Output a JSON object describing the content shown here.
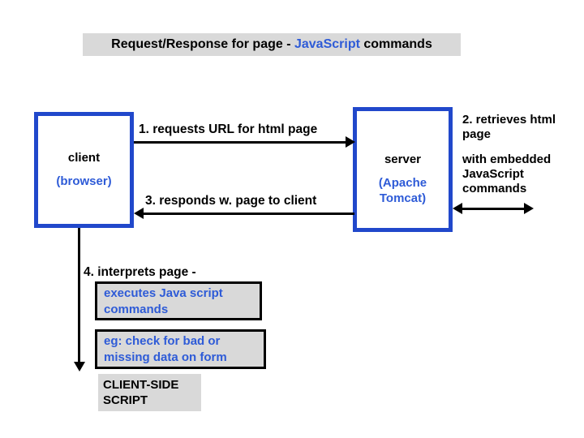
{
  "colors": {
    "box_border_blue": "#2148cb",
    "text_blue": "#2e5bd7",
    "gray_background": "#d9d9d9",
    "arrow_black": "#000000"
  },
  "title": {
    "prefix": "Request/Response for page - ",
    "highlight": "JavaScript",
    "suffix": " commands"
  },
  "client_box": {
    "label": "client",
    "sublabel": "(browser)"
  },
  "server_box": {
    "label": "server",
    "sublabel": "(Apache Tomcat)"
  },
  "arrows": {
    "request_label": "1. requests URL for html page",
    "response_label": "3. responds w. page to client"
  },
  "server_note": {
    "line1": "2. retrieves html page",
    "line2": "with embedded JavaScript commands"
  },
  "interpret": {
    "step_label": "4. interprets page -",
    "executes_box": "executes Java script commands",
    "example_box": "eg: check for bad or missing data on form",
    "script_label": "CLIENT-SIDE SCRIPT"
  }
}
